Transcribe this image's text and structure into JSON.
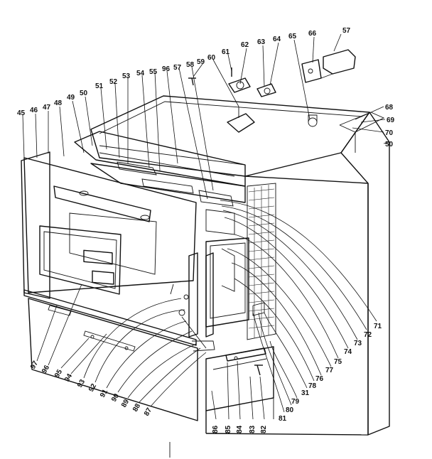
{
  "diagram": {
    "labels_top_right": [
      "57",
      "66",
      "65",
      "64",
      "63",
      "62",
      "61",
      "60",
      "59",
      "58",
      "57",
      "96",
      "55",
      "54",
      "53",
      "52",
      "51",
      "50",
      "49",
      "48",
      "47",
      "46",
      "45"
    ],
    "labels_right": [
      "68",
      "69",
      "70",
      "50",
      "71",
      "72",
      "73",
      "74",
      "75",
      "77",
      "76",
      "78",
      "31",
      "79",
      "80",
      "81"
    ],
    "labels_bottom": [
      "97",
      "96",
      "95",
      "94",
      "93",
      "92",
      "91",
      "90",
      "89",
      "88",
      "87",
      "86",
      "85",
      "84",
      "83",
      "82"
    ],
    "part_labels": [
      {
        "id": "p57a",
        "text": "57"
      },
      {
        "id": "p66",
        "text": "66"
      },
      {
        "id": "p65",
        "text": "65"
      },
      {
        "id": "p64",
        "text": "64"
      },
      {
        "id": "p63",
        "text": "63"
      },
      {
        "id": "p62",
        "text": "62"
      },
      {
        "id": "p61",
        "text": "61"
      },
      {
        "id": "p60",
        "text": "60"
      },
      {
        "id": "p59",
        "text": "59"
      },
      {
        "id": "p58",
        "text": "58"
      },
      {
        "id": "p57b",
        "text": "57"
      },
      {
        "id": "p96a",
        "text": "96"
      },
      {
        "id": "p55",
        "text": "55"
      },
      {
        "id": "p54",
        "text": "54"
      },
      {
        "id": "p53",
        "text": "53"
      },
      {
        "id": "p52",
        "text": "52"
      },
      {
        "id": "p51",
        "text": "51"
      },
      {
        "id": "p50a",
        "text": "50"
      },
      {
        "id": "p49",
        "text": "49"
      },
      {
        "id": "p48",
        "text": "48"
      },
      {
        "id": "p47",
        "text": "47"
      },
      {
        "id": "p46",
        "text": "46"
      },
      {
        "id": "p45",
        "text": "45"
      },
      {
        "id": "p68",
        "text": "68"
      },
      {
        "id": "p69",
        "text": "69"
      },
      {
        "id": "p70",
        "text": "70"
      },
      {
        "id": "p50b",
        "text": "50"
      },
      {
        "id": "p71",
        "text": "71"
      },
      {
        "id": "p72",
        "text": "72"
      },
      {
        "id": "p73",
        "text": "73"
      },
      {
        "id": "p74",
        "text": "74"
      },
      {
        "id": "p75",
        "text": "75"
      },
      {
        "id": "p77",
        "text": "77"
      },
      {
        "id": "p76",
        "text": "76"
      },
      {
        "id": "p78",
        "text": "78"
      },
      {
        "id": "p31",
        "text": "31"
      },
      {
        "id": "p79",
        "text": "79"
      },
      {
        "id": "p80",
        "text": "80"
      },
      {
        "id": "p81",
        "text": "81"
      },
      {
        "id": "p97",
        "text": "97"
      },
      {
        "id": "p96b",
        "text": "96"
      },
      {
        "id": "p95",
        "text": "95"
      },
      {
        "id": "p94",
        "text": "94"
      },
      {
        "id": "p93",
        "text": "93"
      },
      {
        "id": "p92",
        "text": "92"
      },
      {
        "id": "p91",
        "text": "91"
      },
      {
        "id": "p90",
        "text": "90"
      },
      {
        "id": "p89",
        "text": "89"
      },
      {
        "id": "p88",
        "text": "88"
      },
      {
        "id": "p87",
        "text": "87"
      },
      {
        "id": "p86",
        "text": "86"
      },
      {
        "id": "p85",
        "text": "85"
      },
      {
        "id": "p84",
        "text": "84"
      },
      {
        "id": "p83",
        "text": "83"
      },
      {
        "id": "p82",
        "text": "82"
      }
    ]
  }
}
